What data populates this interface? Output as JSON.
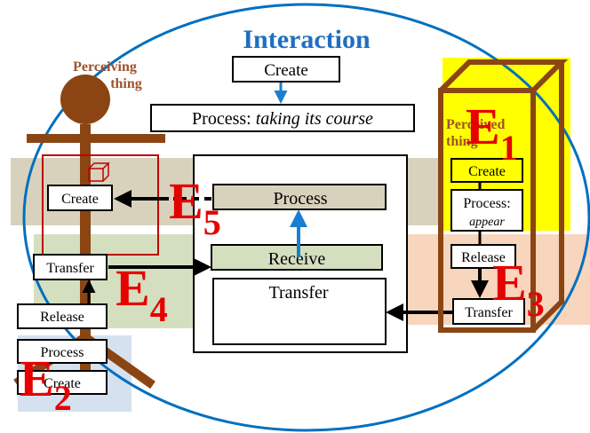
{
  "title": "Interaction",
  "top": {
    "create": "Create",
    "process_prefix": "Process: ",
    "process_italic": "taking its course"
  },
  "perceiving": {
    "label_line1": "Perceiving",
    "label_line2": "thing",
    "create": "Create",
    "transfer": "Transfer",
    "release": "Release",
    "process": "Process",
    "create2": "Create"
  },
  "middle": {
    "process": "Process",
    "receive": "Receive",
    "transfer": "Transfer"
  },
  "perceived": {
    "label_line1": "Perceived",
    "label_line2": "thing",
    "create": "Create",
    "process_line1": "Process:",
    "process_line2": "appear",
    "release": "Release",
    "transfer": "Transfer"
  },
  "events": {
    "e1": "E",
    "e1_sub": "1",
    "e2": "E",
    "e2_sub": "2",
    "e3": "E",
    "e3_sub": "3",
    "e4": "E",
    "e4_sub": "4",
    "e5": "E",
    "e5_sub": "5"
  },
  "colors": {
    "ellipse": "#0070c0",
    "title": "#1f6fc0",
    "brown": "#8b4513",
    "event_red": "#e60000",
    "yellow": "#ffff00",
    "tan_band": "#d8d2bd",
    "green_band": "#d4dfbf",
    "orange_band": "#f8d5bd",
    "blue_band": "#d6e1ef",
    "blue_arrow": "#1a7fd0"
  }
}
